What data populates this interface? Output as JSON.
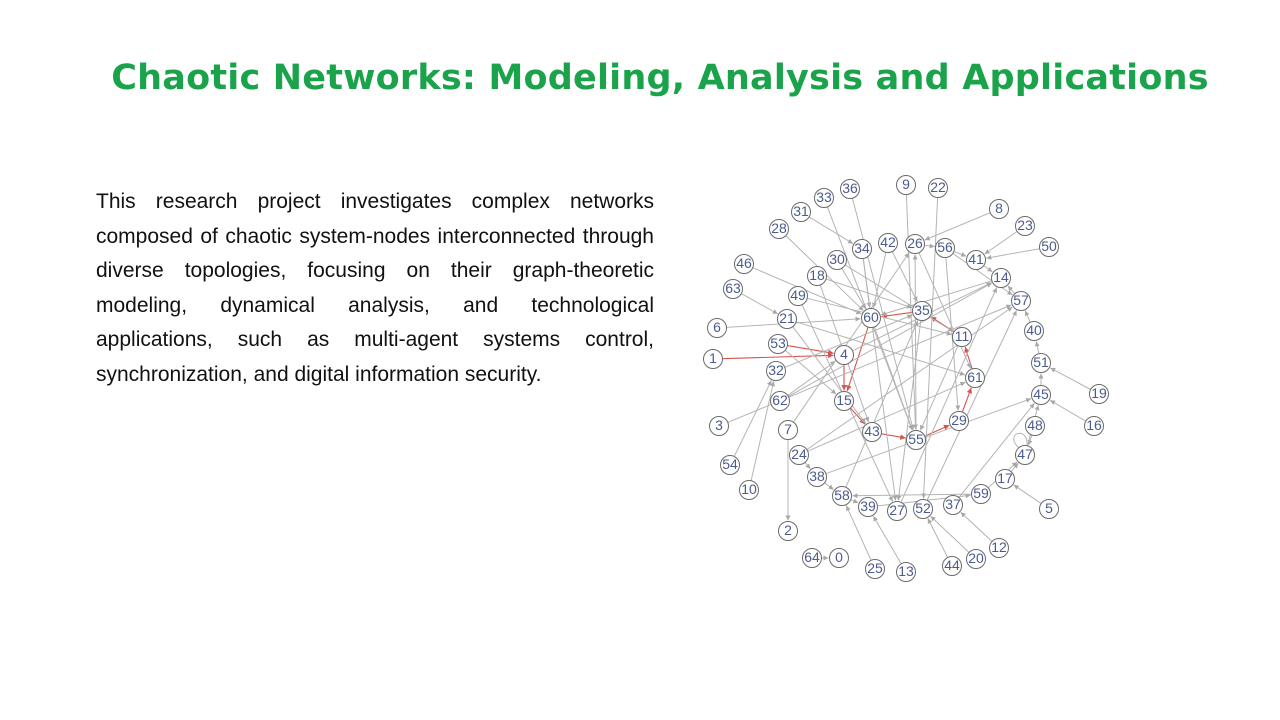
{
  "title": "Chaotic Networks: Modeling, Analysis and Applications",
  "body_text": "This research project investigates complex networks composed of chaotic system-nodes interconnected through diverse topologies, focusing on their graph-theoretic modeling, dynamical analysis, and technological applications, such as multi-agent systems control, synchronization, and digital information security.",
  "colors": {
    "title": "#1aa34a",
    "node_stroke": "#6b6b6b",
    "node_label": "#4b5b8f",
    "edge": "#b4b4b4",
    "highlight_edge": "#d9534f"
  },
  "network": {
    "nodes": [
      "0",
      "1",
      "2",
      "3",
      "4",
      "5",
      "6",
      "7",
      "8",
      "9",
      "10",
      "11",
      "12",
      "13",
      "14",
      "15",
      "16",
      "17",
      "18",
      "19",
      "20",
      "21",
      "22",
      "23",
      "24",
      "25",
      "26",
      "27",
      "28",
      "29",
      "30",
      "31",
      "32",
      "33",
      "34",
      "35",
      "36",
      "37",
      "38",
      "39",
      "40",
      "41",
      "42",
      "43",
      "44",
      "45",
      "46",
      "47",
      "48",
      "49",
      "50",
      "51",
      "52",
      "53",
      "54",
      "55",
      "56",
      "57",
      "58",
      "59",
      "60",
      "61",
      "62",
      "63",
      "64"
    ],
    "edges": [
      [
        "1",
        "4"
      ],
      [
        "4",
        "15"
      ],
      [
        "15",
        "43"
      ],
      [
        "43",
        "55"
      ],
      [
        "55",
        "29"
      ],
      [
        "29",
        "61"
      ],
      [
        "61",
        "11"
      ],
      [
        "11",
        "35"
      ],
      [
        "35",
        "60"
      ],
      [
        "60",
        "15"
      ],
      [
        "53",
        "4"
      ],
      [
        "46",
        "60"
      ],
      [
        "63",
        "21"
      ],
      [
        "6",
        "60"
      ],
      [
        "28",
        "60"
      ],
      [
        "31",
        "34"
      ],
      [
        "33",
        "55"
      ],
      [
        "36",
        "55"
      ],
      [
        "9",
        "55"
      ],
      [
        "22",
        "52"
      ],
      [
        "8",
        "26"
      ],
      [
        "23",
        "41"
      ],
      [
        "50",
        "41"
      ],
      [
        "26",
        "56"
      ],
      [
        "56",
        "41"
      ],
      [
        "41",
        "14"
      ],
      [
        "42",
        "35"
      ],
      [
        "26",
        "61"
      ],
      [
        "56",
        "29"
      ],
      [
        "34",
        "60"
      ],
      [
        "30",
        "60"
      ],
      [
        "18",
        "43"
      ],
      [
        "49",
        "11"
      ],
      [
        "21",
        "61"
      ],
      [
        "53",
        "15"
      ],
      [
        "32",
        "35"
      ],
      [
        "62",
        "14"
      ],
      [
        "3",
        "57"
      ],
      [
        "54",
        "32"
      ],
      [
        "10",
        "32"
      ],
      [
        "7",
        "2"
      ],
      [
        "24",
        "57"
      ],
      [
        "24",
        "38"
      ],
      [
        "38",
        "58"
      ],
      [
        "58",
        "39"
      ],
      [
        "39",
        "59"
      ],
      [
        "27",
        "14"
      ],
      [
        "52",
        "57"
      ],
      [
        "37",
        "45"
      ],
      [
        "59",
        "47"
      ],
      [
        "17",
        "47"
      ],
      [
        "48",
        "47"
      ],
      [
        "5",
        "17"
      ],
      [
        "12",
        "37"
      ],
      [
        "20",
        "52"
      ],
      [
        "44",
        "52"
      ],
      [
        "13",
        "39"
      ],
      [
        "25",
        "58"
      ],
      [
        "64",
        "0"
      ],
      [
        "19",
        "51"
      ],
      [
        "16",
        "45"
      ],
      [
        "45",
        "51"
      ],
      [
        "51",
        "40"
      ],
      [
        "40",
        "57"
      ],
      [
        "47",
        "45"
      ],
      [
        "57",
        "14"
      ],
      [
        "14",
        "60"
      ],
      [
        "42",
        "60"
      ],
      [
        "34",
        "27"
      ],
      [
        "49",
        "27"
      ],
      [
        "60",
        "55"
      ],
      [
        "18",
        "35"
      ],
      [
        "30",
        "11"
      ],
      [
        "21",
        "43"
      ],
      [
        "62",
        "4"
      ],
      [
        "7",
        "26"
      ],
      [
        "58",
        "35"
      ],
      [
        "38",
        "45"
      ],
      [
        "24",
        "61"
      ],
      [
        "11",
        "55"
      ],
      [
        "59",
        "58"
      ],
      [
        "35",
        "27"
      ],
      [
        "55",
        "26"
      ],
      [
        "4",
        "14"
      ],
      [
        "56",
        "57"
      ]
    ],
    "highlight_edges": [
      [
        "1",
        "4"
      ],
      [
        "4",
        "15"
      ],
      [
        "15",
        "43"
      ],
      [
        "43",
        "55"
      ],
      [
        "55",
        "29"
      ],
      [
        "29",
        "61"
      ],
      [
        "61",
        "11"
      ],
      [
        "11",
        "35"
      ],
      [
        "35",
        "60"
      ],
      [
        "60",
        "15"
      ],
      [
        "53",
        "4"
      ]
    ]
  }
}
